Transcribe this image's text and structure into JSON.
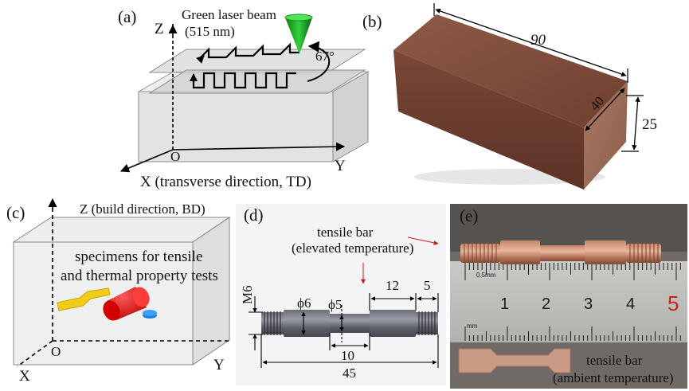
{
  "panels": {
    "a": {
      "label": "(a)",
      "beam_label_1": "Green laser beam",
      "beam_label_2": "(515 nm)",
      "angle": "67°",
      "axis_z": "Z",
      "axis_y": "Y",
      "origin": "O",
      "axis_x": "X (transverse direction, TD)"
    },
    "b": {
      "label": "(b)",
      "dim_length": "90",
      "dim_width": "40",
      "dim_height": "25",
      "block_color": "#7a4a3a"
    },
    "c": {
      "label": "(c)",
      "axis_z": "Z (build direction, BD)",
      "caption_1": "specimens for tensile",
      "caption_2": "and thermal property tests",
      "origin": "O",
      "axis_x": "X",
      "axis_y": "Y"
    },
    "d": {
      "label": "(d)",
      "title_1": "tensile bar",
      "title_2": "(elevated temperature)",
      "dim_thread": "M6",
      "dim_phi6": "ϕ6",
      "dim_phi5": "ϕ5",
      "dim_12": "12",
      "dim_5": "5",
      "dim_10": "10",
      "dim_45": "45"
    },
    "e": {
      "label": "(e)",
      "ruler_small": "0.5mm",
      "ruler_mm": "mm",
      "ruler_numbers": [
        "1",
        "2",
        "3",
        "4",
        "5"
      ],
      "caption_1": "tensile bar",
      "caption_2": "(ambient temperature)"
    }
  }
}
